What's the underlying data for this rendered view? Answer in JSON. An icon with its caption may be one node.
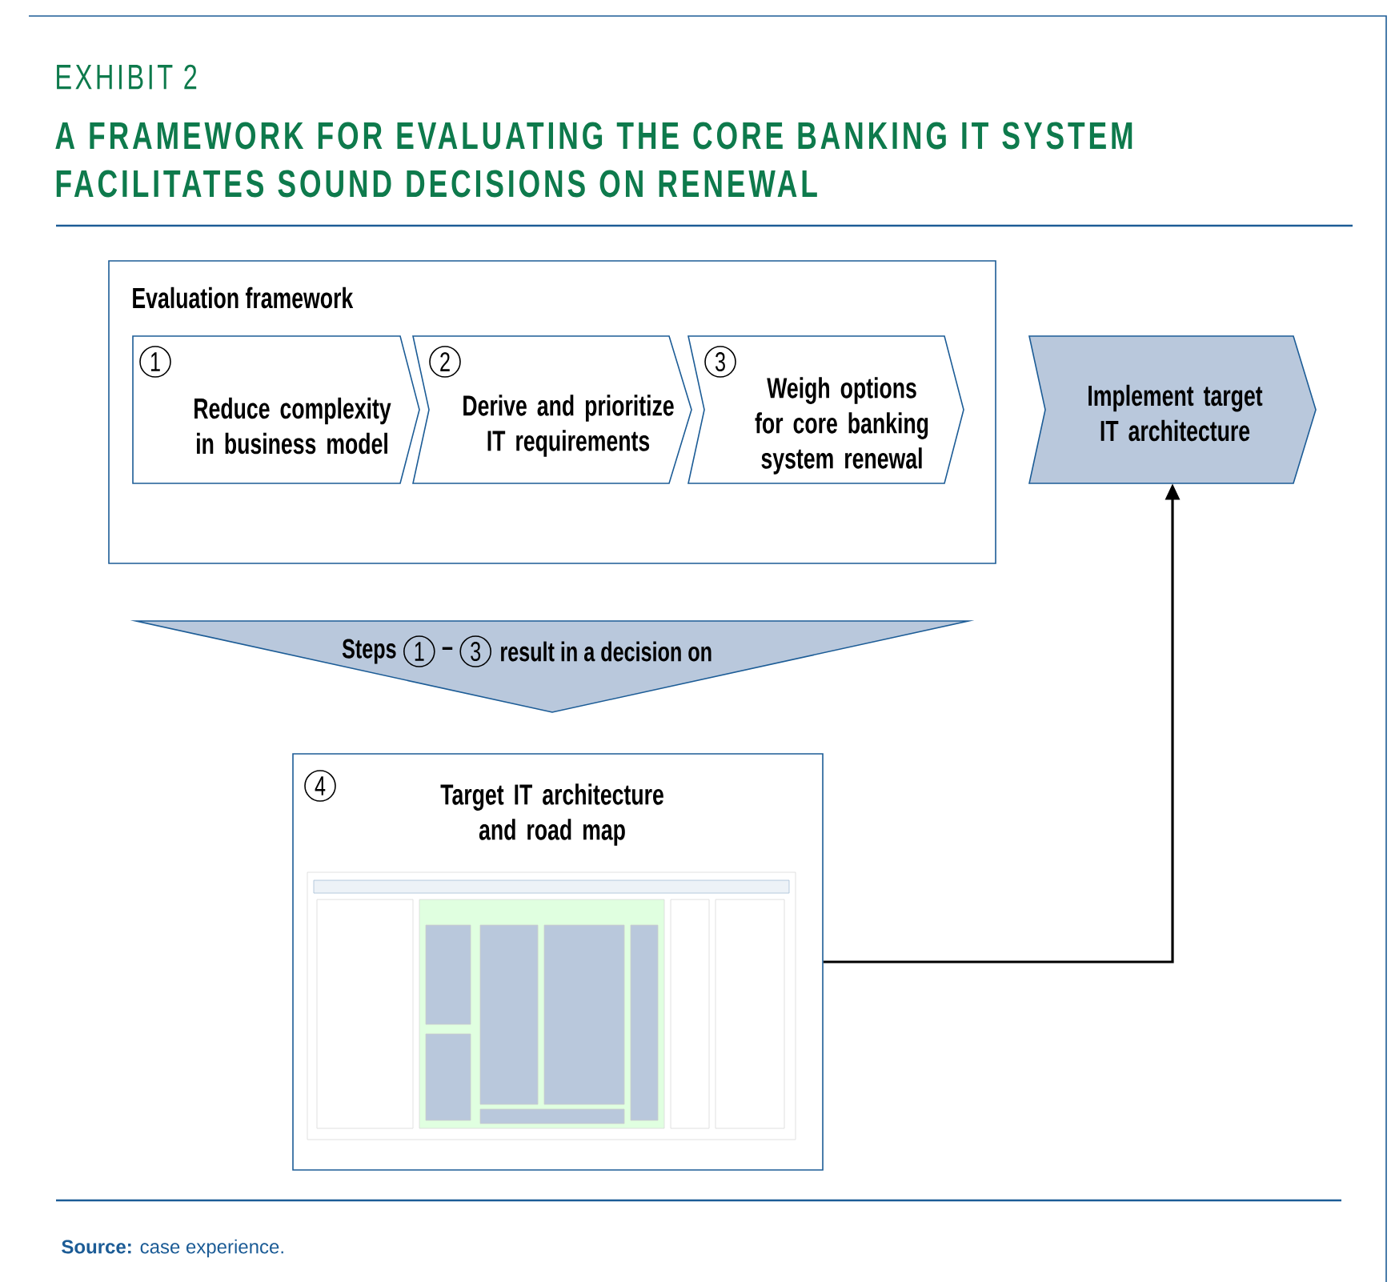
{
  "diagram": {
    "title": "A FRAMEWORK FOR EVALUATING THE CORE BANKING IT SYSTEM FACILITATES SOUND DECISIONS ON RENEWAL",
    "caption": "**Source:** case experience.",
    "labels": [
      "EXHIBIT 2"
    ],
    "nodes": [
      {
        "text": [
          "Evaluation framework"
        ]
      },
      {
        "text": [
          "1",
          "Reduce complexity in business model"
        ],
        "in": 0
      },
      {
        "text": [
          "2",
          "Derive and prioritize IT requirements"
        ],
        "in": 0
      },
      {
        "text": [
          "3",
          "Weigh options for core banking system renewal"
        ],
        "in": 0
      },
      {
        "text": [
          "Implement target IT architecture"
        ]
      },
      {
        "text": [
          "Steps",
          "1",
          "–",
          "3",
          "result in a decision on"
        ]
      },
      {
        "text": [
          "4",
          "Target IT architecture and road map"
        ]
      }
    ],
    "edges": [
      {
        "from": 6,
        "to": 4,
        "arrow": "to"
      }
    ]
  }
}
